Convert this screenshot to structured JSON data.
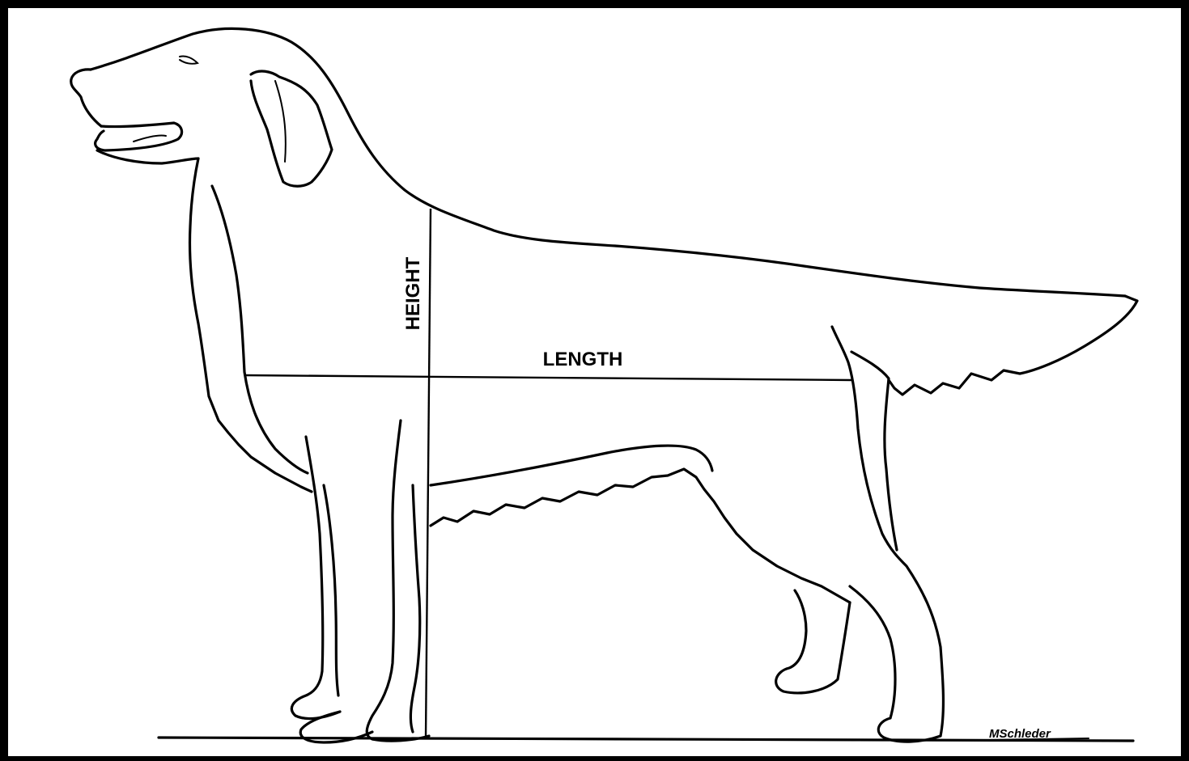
{
  "diagram": {
    "labels": {
      "height": "HEIGHT",
      "length": "LENGTH"
    },
    "signature": "MSchleder",
    "colors": {
      "line": "#000000",
      "paper": "#ffffff",
      "frame": "#000000"
    }
  }
}
